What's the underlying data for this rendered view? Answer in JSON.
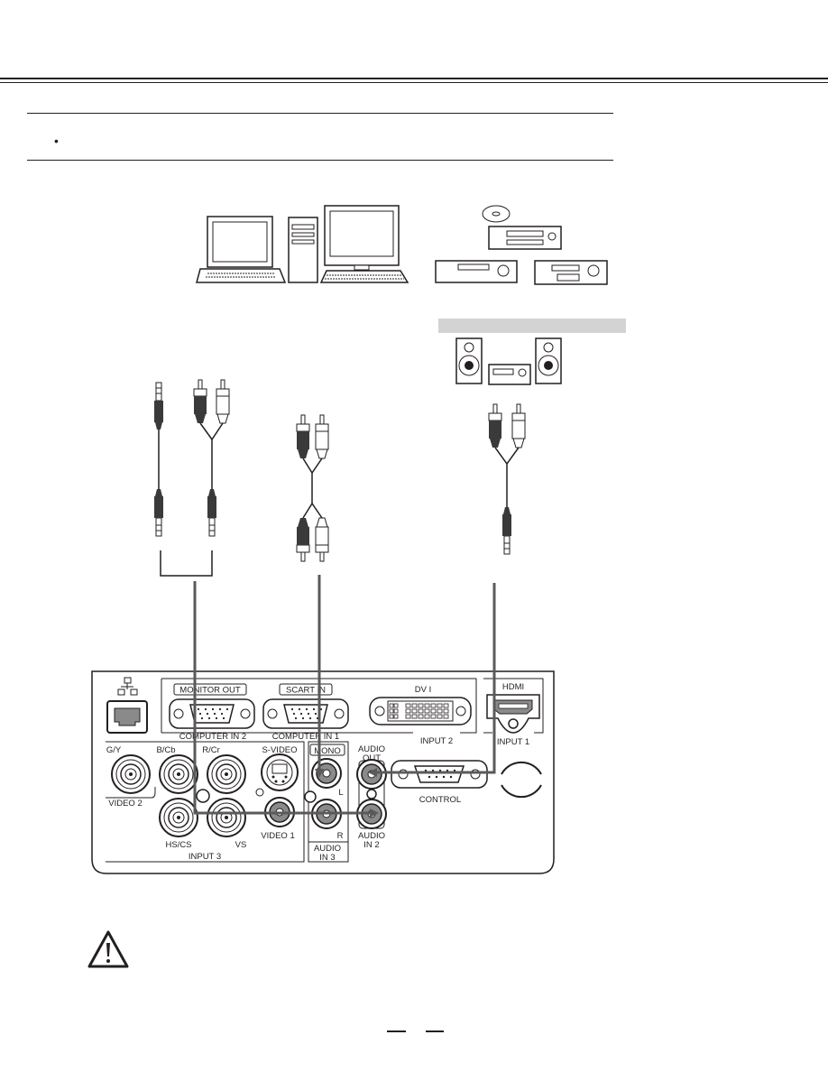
{
  "bullet": {
    "symbol": "•"
  },
  "panel": {
    "monitor_out": "MONITOR OUT",
    "scart_in": "SCART IN",
    "dvi": "DV I",
    "hdmi": "HDMI",
    "computer_in_2": "COMPUTER IN 2",
    "computer_in_1": "COMPUTER IN 1",
    "input_2": "INPUT 2",
    "input_1": "INPUT 1",
    "g_y": "G/Y",
    "b_cb": "B/Cb",
    "r_cr": "R/Cr",
    "s_video": "S-VIDEO",
    "mono": "MONO",
    "audio_out": "AUDIO OUT",
    "video_2": "VIDEO 2",
    "hs_cs": "HS/CS",
    "vs": "VS",
    "video_1": "VIDEO 1",
    "l": "L",
    "r": "R",
    "audio_in_2": "AUDIO IN 2",
    "audio_in_3": "AUDIO IN 3",
    "control": "CONTROL",
    "input_3": "INPUT 3"
  },
  "colors": {
    "cable": "#5a5a5a",
    "line": "#231f20",
    "highlight_bar": "#d3d3d3",
    "plug_dark": "#3a3a3a"
  },
  "icons": [
    "lan-icon",
    "warning-icon",
    "laptop-icon",
    "desktop-pc-icon",
    "cd-icon",
    "vcr-icon",
    "stereo-system-icon"
  ]
}
